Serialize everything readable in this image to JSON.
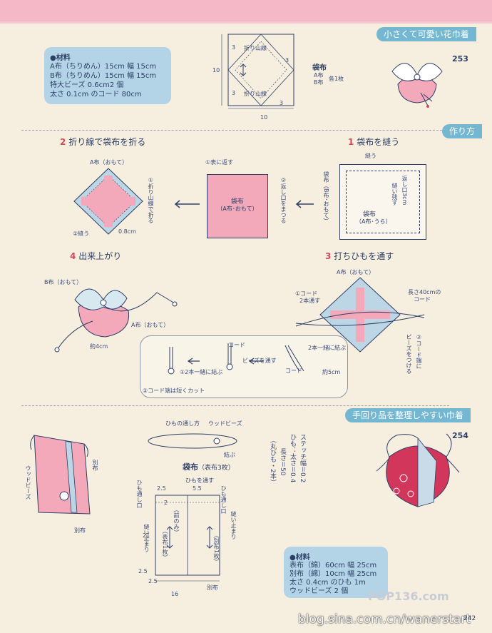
{
  "header": {},
  "section1": {
    "banner": "小さくて可愛い花巾着",
    "page_num": "253",
    "materials": {
      "heading": "●材料",
      "lines": [
        "A布（ちりめん）15cm 幅 15cm",
        "B布（ちりめん）15cm 幅 15cm",
        "特大ビーズ 0.6cm2 個",
        "太さ 0.1cm のコード 80cm"
      ]
    },
    "pattern": {
      "fold_top": "折り山線",
      "fold_bottom": "折り山線",
      "dim_width": "10",
      "dim_height": "10",
      "dim3a": "3",
      "dim3b": "3",
      "dim3c": "3",
      "dim3d": "3",
      "label": "袋布",
      "sub_a": "A布",
      "sub_b": "B布",
      "each": "各1枚"
    }
  },
  "howto": {
    "banner": "作り方",
    "step1": {
      "num": "1",
      "title": "袋布を縫う",
      "sew": "縫う",
      "open3": "返し口3cm",
      "leave": "縫い残す",
      "cloth": "袋布",
      "cloth_sub": "（A布･うら）",
      "bcloth": "袋布（B布･おもて）"
    },
    "step2": {
      "num": "2",
      "title": "折り線で袋布を折る",
      "a_front": "A布（おもて）",
      "fold": "①折り山線で折る",
      "sew2": "②縫う",
      "mm": "0.8cm"
    },
    "flip": {
      "turn": "①表に返す",
      "close": "②返し口をまつる",
      "cloth": "袋布",
      "cloth_sub": "（A布･おもて）"
    },
    "step3": {
      "num": "3",
      "title": "打ちひもを通す",
      "a_front": "A布（おもて）",
      "cord1": "①コード",
      "cord1b": "2本通す",
      "len": "長さ40cmの",
      "len2": "コード",
      "bead": "②コード端に",
      "bead2": "ビーズをつける"
    },
    "step4": {
      "num": "4",
      "title": "出来上がり",
      "b_front": "B布（おもて）",
      "a_front": "A布（おもて）",
      "size": "約4cm"
    },
    "panel": {
      "cord": "コード",
      "two_tie": "2本一緒に結ぶ",
      "bead_through": "ビーズを通す",
      "cord2": "コード",
      "len5": "約5cm",
      "tie2": "①2本一緒に結ぶ",
      "cut": "②コード端は短くカット"
    }
  },
  "section2": {
    "banner": "手回り品を整理しやすい巾着",
    "page_num": "254",
    "illus": {
      "wood": "ウッドビーズ",
      "bb": "別布",
      "bb2": "別布"
    },
    "thread": {
      "title": "ひもの通し方",
      "wood": "ウッドビーズ",
      "tie": "結ぶ"
    },
    "pattern": {
      "title": "袋布",
      "title_sub": "（表布3枚）",
      "pass": "ひもを通す",
      "open_left": "ひも通し口",
      "open_right": "ひも通し口",
      "stop_left": "縫い止まり",
      "stop_right": "縫い止まり",
      "front_only": "（前のみ）",
      "front_cloth": "（表布1枚）",
      "bb_cloth": "（別布1枚）",
      "bb_bottom": "別布",
      "d25a": "2.5",
      "d55": "5.5",
      "d2": "2",
      "d21": "21",
      "d25b": "2.5",
      "d25c": "2.5",
      "d16": "16"
    },
    "stitch": {
      "l1": "ステッチ幅＝0.2",
      "l2": "ひも：太さ＝0.4",
      "l3": "長さ＝50",
      "l4": "（丸ひも・2本）"
    },
    "materials": {
      "heading": "●材料",
      "lines": [
        "表布（綿）60cm 幅 25cm",
        "別布（綿）10cm 幅 25cm",
        "太さ 0.4cm のひも 1m",
        "ウッドビーズ 2 個"
      ]
    }
  },
  "footer": {
    "site": "blog.sina.com.cn/wanerstart",
    "pop": "POP136.com",
    "page": "242"
  },
  "colors": {
    "pink": "#f3a9b9",
    "blue": "#b3d4e6",
    "navy": "#2d3f66"
  }
}
